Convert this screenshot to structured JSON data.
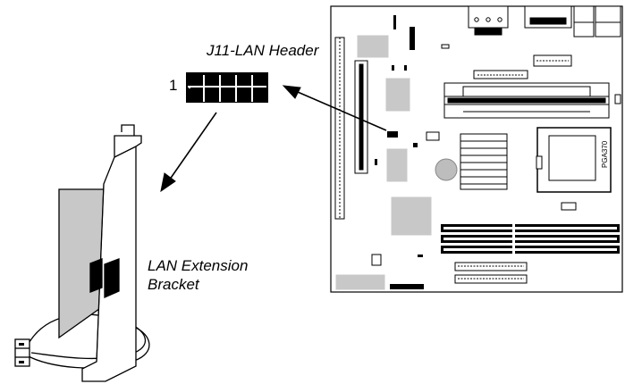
{
  "labels": {
    "header_name": "J11-LAN Header",
    "pin_one": "1",
    "bracket_line1": "LAN Extension",
    "bracket_line2": "Bracket"
  },
  "board": {
    "socket_text": "PGA370"
  }
}
